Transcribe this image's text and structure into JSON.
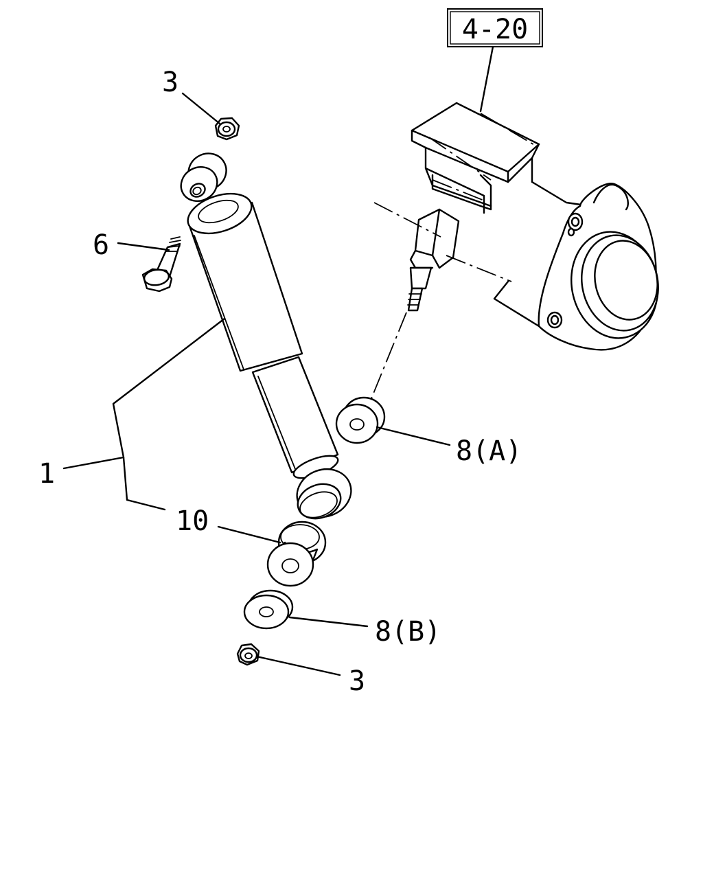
{
  "diagram": {
    "reference": "4-20",
    "callouts": {
      "nut_top": "3",
      "bolt": "6",
      "shock_absorber": "1",
      "bushing": "10",
      "washer_a": "8(A)",
      "washer_b": "8(B)",
      "nut_bottom": "3"
    }
  }
}
